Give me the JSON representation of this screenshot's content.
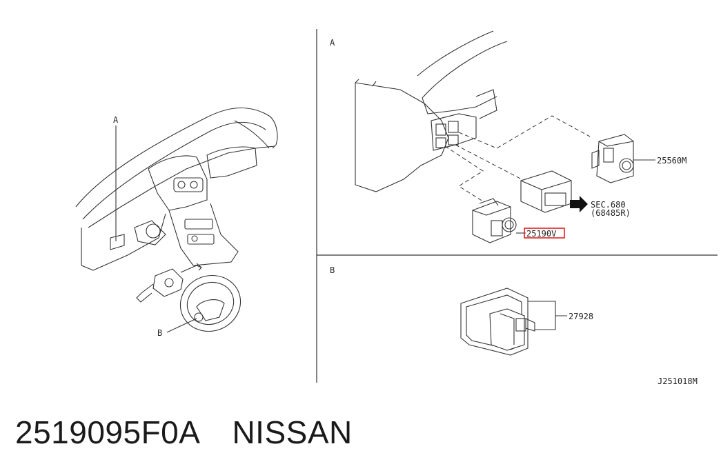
{
  "labels": {
    "view_a_main": "A",
    "view_b_main": "B",
    "panel_a_title": "A",
    "panel_b_title": "B",
    "part_25560m": "25560M",
    "part_25190v": "25190V",
    "sec_ref_line1": "SEC.680",
    "sec_ref_line2": "(68485R)",
    "part_27928": "27928",
    "drawing_code": "J251018M"
  },
  "caption": {
    "part_number": "2519095F0A",
    "brand": "NISSAN"
  },
  "colors": {
    "highlight": "#e02020",
    "line": "#333333"
  }
}
